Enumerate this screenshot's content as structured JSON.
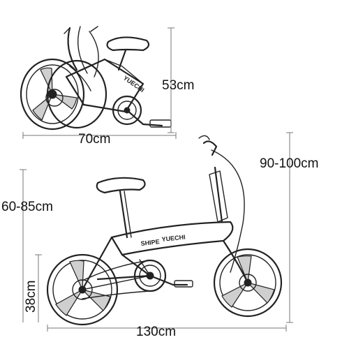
{
  "dimensions": {
    "folded_height": "53cm",
    "folded_length": "70cm",
    "handlebar_height": "90-100cm",
    "saddle_height": "60-85cm",
    "wheel_height": "38cm",
    "total_length": "130cm"
  },
  "brand": {
    "frame_text": "YUECHI",
    "folded_frame_text": "YUECHI",
    "small_text": "SHIPE"
  },
  "colors": {
    "ink": "#222222",
    "dimension_line": "#777777",
    "background": "#ffffff"
  }
}
